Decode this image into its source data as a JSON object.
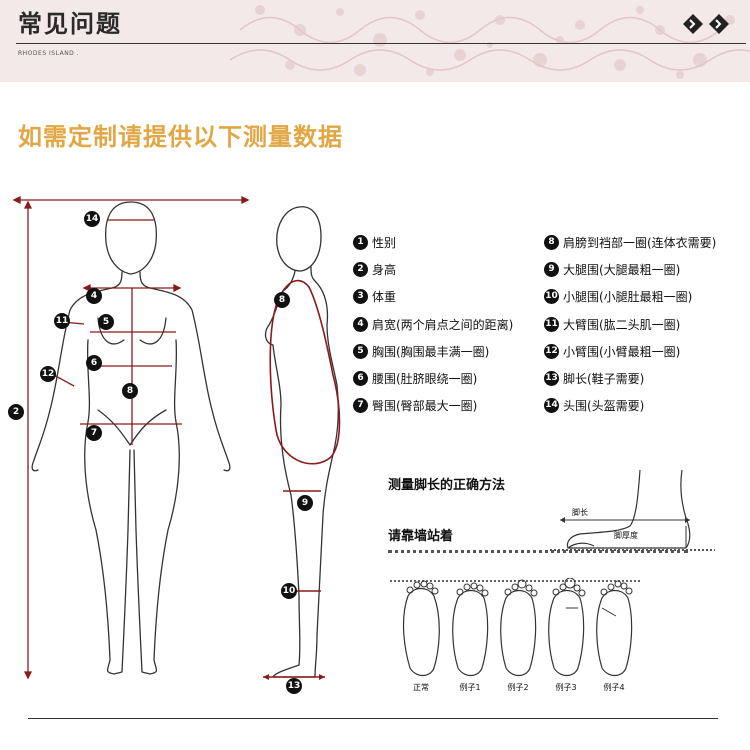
{
  "header": {
    "title": "常见问题",
    "subtitle": "RHODES ISLAND .",
    "icons": [
      "diamond-arrow-icon",
      "diamond-arrow-icon"
    ]
  },
  "headline": "如需定制请提供以下测量数据",
  "colors": {
    "accent": "#e0a744",
    "measure": "#8b1a1a",
    "header_bg": "#f3e9e9"
  },
  "markers": {
    "m1": "1",
    "m2": "2",
    "m3": "3",
    "m4": "4",
    "m5": "5",
    "m6": "6",
    "m7": "7",
    "m8": "8",
    "m9": "9",
    "m10": "10",
    "m11": "11",
    "m12": "12",
    "m13": "13",
    "m14": "14"
  },
  "legend": [
    {
      "num": "1",
      "label": "性别"
    },
    {
      "num": "2",
      "label": "身高"
    },
    {
      "num": "3",
      "label": "体重"
    },
    {
      "num": "4",
      "label": "肩宽(两个肩点之间的距离)"
    },
    {
      "num": "5",
      "label": "胸围(胸围最丰满一圈)"
    },
    {
      "num": "6",
      "label": "腰围(肚脐眼绕一圈)"
    },
    {
      "num": "7",
      "label": "臀围(臀部最大一圈)"
    },
    {
      "num": "8",
      "label": "肩膀到裆部一圈(连体衣需要)"
    },
    {
      "num": "9",
      "label": "大腿围(大腿最粗一圈)"
    },
    {
      "num": "10",
      "label": "小腿围(小腿肚最粗一圈)"
    },
    {
      "num": "11",
      "label": "大臂围(肱二头肌一圈)"
    },
    {
      "num": "12",
      "label": "小臂围(小臂最粗一圈)"
    },
    {
      "num": "13",
      "label": "脚长(鞋子需要)"
    },
    {
      "num": "14",
      "label": "头围(头盔需要)"
    }
  ],
  "foot": {
    "heading": "测量脚长的正确方法",
    "wall_text": "请靠墙站着",
    "foot_length_label": "脚长",
    "foot_thickness_label": "脚厚度",
    "captions": [
      "正常",
      "例子1",
      "例子2",
      "例子3",
      "例子4"
    ]
  }
}
